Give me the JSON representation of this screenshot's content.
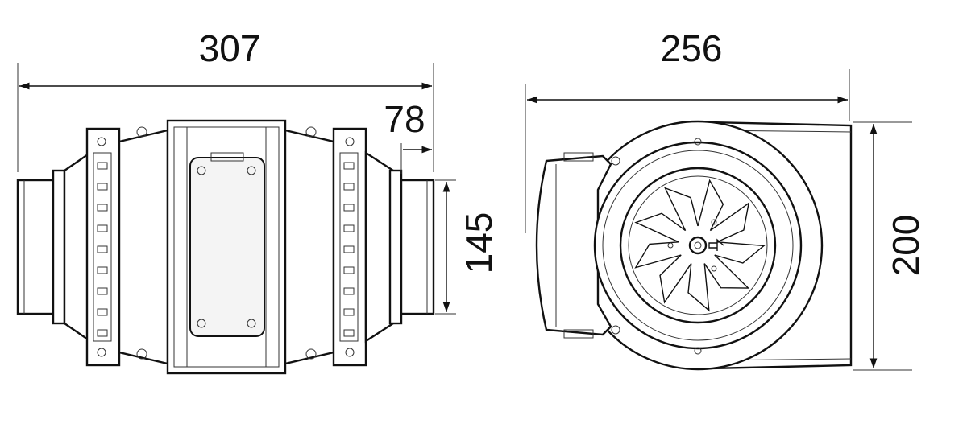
{
  "dimensions": {
    "side_length": "307",
    "outlet_depth": "78",
    "duct_diameter": "145",
    "front_width": "256",
    "front_height": "200"
  }
}
